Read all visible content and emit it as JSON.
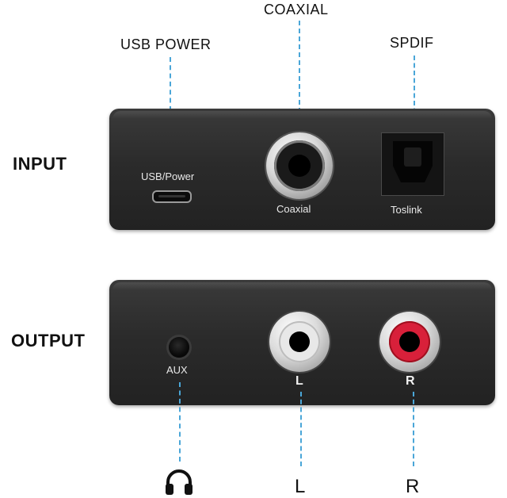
{
  "callouts": {
    "coaxial": "COAXIAL",
    "usb_power": "USB POWER",
    "spdif": "SPDIF"
  },
  "side_labels": {
    "input": "INPUT",
    "output": "OUTPUT"
  },
  "input_panel": {
    "usb_label": "USB/Power",
    "coaxial_label": "Coaxial",
    "toslink_label": "Toslink"
  },
  "output_panel": {
    "aux_label": "AUX",
    "left_label": "L",
    "right_label": "R"
  },
  "bottom_labels": {
    "left": "L",
    "right": "R"
  },
  "colors": {
    "callout_line": "#4aa6d8",
    "device_body": "#2b2b2b",
    "rca_right": "#d8203a",
    "rca_left": "#e8e8e8"
  },
  "icons": {
    "headphones": "headphones-icon"
  }
}
